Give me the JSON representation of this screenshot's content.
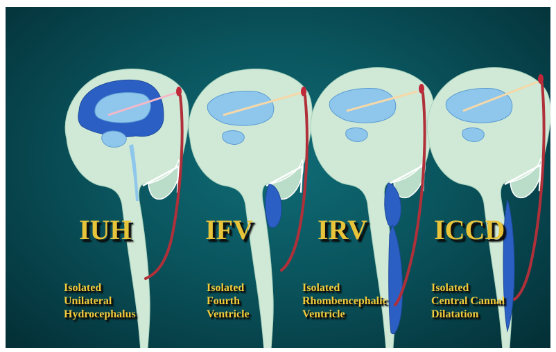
{
  "header": {
    "caption": ""
  },
  "panels": [
    {
      "abbr": "IUH",
      "lines": [
        "Isolated",
        "Unilateral",
        "Hydrocephalus"
      ]
    },
    {
      "abbr": "IFV",
      "lines": [
        "Isolated",
        "Fourth",
        "Ventricle"
      ]
    },
    {
      "abbr": "IRV",
      "lines": [
        "Isolated",
        "Rhombencephalic",
        "Ventricle"
      ]
    },
    {
      "abbr": "ICCD",
      "lines": [
        "Isolated",
        "Central Cannal",
        "Dilatation"
      ]
    }
  ],
  "colors": {
    "background": "#0a545d",
    "brain": "#cfe9d6",
    "ventricle_light": "#8fc7ec",
    "ventricle_dark": "#2c5fc4",
    "shunt": "#b0303a",
    "label": "#e8c43a"
  }
}
